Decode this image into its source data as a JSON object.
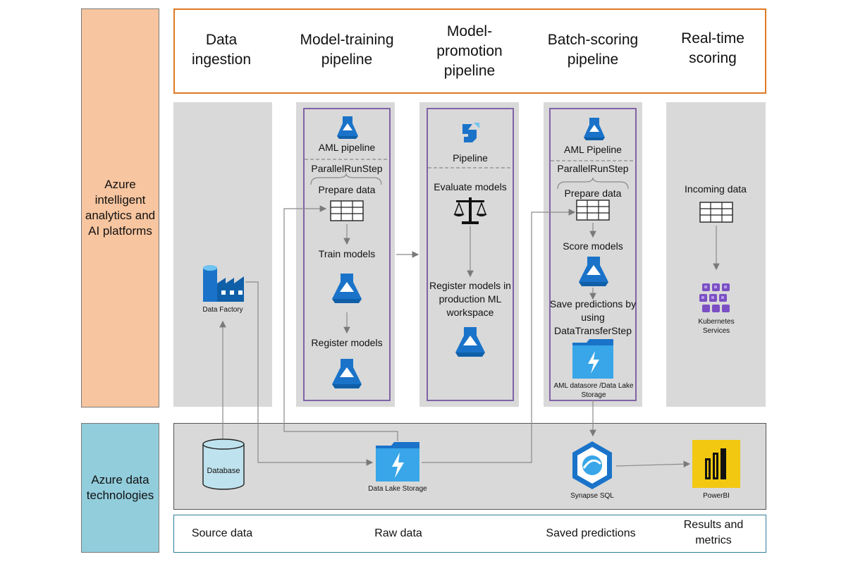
{
  "side": {
    "top_label": "Azure intelligent analytics and AI platforms",
    "bottom_label": "Azure data technologies",
    "top_color": "#f7c59f",
    "bottom_color": "#92cddc"
  },
  "stages": {
    "ingestion": "Data ingestion",
    "training": "Model-training pipeline",
    "promotion": "Model-promotion pipeline",
    "batch": "Batch-scoring pipeline",
    "realtime": "Real-time scoring"
  },
  "ingestion": {
    "data_factory": "Data Factory"
  },
  "training": {
    "aml_pipeline": "AML pipeline",
    "parallel_step": "ParallelRunStep",
    "prepare": "Prepare data",
    "train": "Train models",
    "register": "Register models"
  },
  "promotion": {
    "pipeline": "Pipeline",
    "evaluate": "Evaluate models",
    "register_prod": "Register models in production ML workspace"
  },
  "batch": {
    "aml_pipeline": "AML Pipeline",
    "parallel_step": "ParallelRunStep",
    "prepare": "Prepare data",
    "score": "Score models",
    "save": "Save predictions by using DataTransferStep",
    "datastore": "AML datasore /Data Lake Storage"
  },
  "realtime": {
    "incoming": "Incoming data",
    "kubernetes": "Kubernetes Services"
  },
  "datatech": {
    "database": "Database",
    "data_lake": "Data Lake Storage",
    "synapse": "Synapse SQL",
    "powerbi": "PowerBI"
  },
  "bottom": {
    "source": "Source data",
    "raw": "Raw data",
    "saved": "Saved predictions",
    "results": "Results and metrics"
  },
  "colors": {
    "header_border": "#e07a22",
    "pipeline_border": "#7f63a6",
    "column_fill": "#d9d9d9",
    "azure_blue": "#1a73c9",
    "powerbi_yellow": "#f2c811"
  }
}
